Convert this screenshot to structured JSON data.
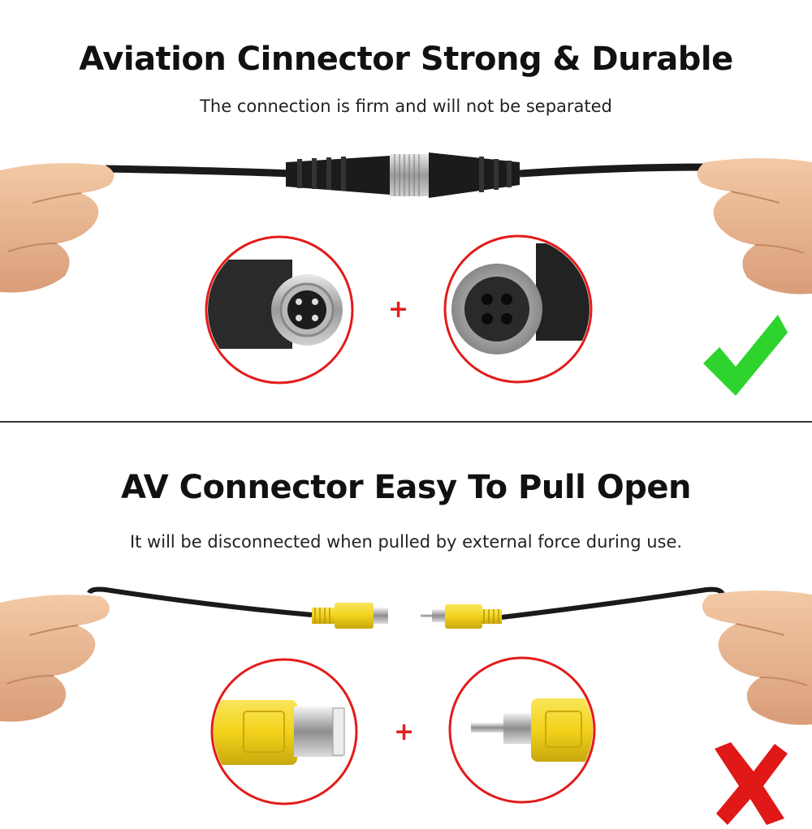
{
  "sections": {
    "aviation": {
      "title": "Aviation Cinnector Strong & Durable",
      "subtitle": "The connection is firm and will not be separated",
      "plus": "+",
      "verdict_icon": "check-mark-icon",
      "verdict_color": "#2ed32e"
    },
    "av": {
      "title": "AV Connector Easy To Pull Open",
      "subtitle": "It will be disconnected when pulled by external force during use.",
      "plus": "+",
      "verdict_icon": "cross-mark-icon",
      "verdict_color": "#e01818"
    }
  },
  "colors": {
    "circle_border": "#e31b1b",
    "connector_yellow": "#f2d21a",
    "cable_black": "#1a1a1a"
  }
}
